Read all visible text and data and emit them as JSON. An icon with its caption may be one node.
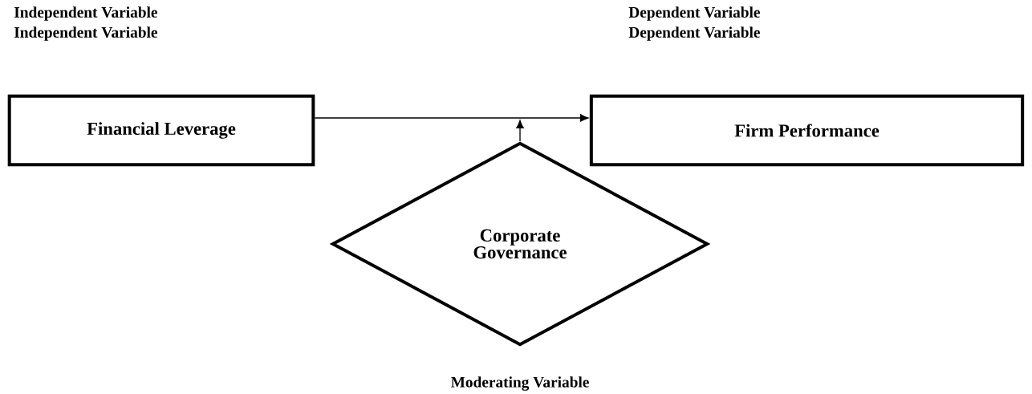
{
  "diagram": {
    "nodes": [
      {
        "text": [
          "Independent Variable",
          "Independent Variable",
          "Financial Leverage"
        ]
      },
      {
        "text": [
          "Dependent Variable",
          "Dependent Variable",
          "Firm Performance"
        ]
      },
      {
        "text": [
          "Corporate Governance"
        ],
        "beside": [
          "Moderating Variable"
        ]
      }
    ],
    "edges": [
      {
        "from": 0,
        "to": 1,
        "arrow": "to"
      },
      {
        "from": 2,
        "to": null,
        "arrow": "to"
      }
    ]
  }
}
